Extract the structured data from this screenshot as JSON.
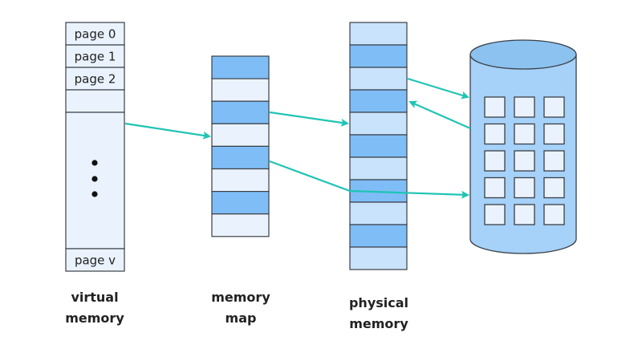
{
  "colors": {
    "virtual_fill": "#eaf3fd",
    "map_dark": "#7fbdf7",
    "map_light": "#eaf3fd",
    "phys_dark": "#7fbdf7",
    "phys_light": "#c8e3fb",
    "disk_body": "#a6d1f8",
    "disk_top": "#8cc2f0",
    "disk_cell": "#eaf3fd",
    "stroke": "#3a3f47",
    "arrow": "#1fc4b4",
    "text": "#222222"
  },
  "virtual_memory": {
    "rows": [
      {
        "label": "page 0",
        "kind": "page"
      },
      {
        "label": "page 1",
        "kind": "page"
      },
      {
        "label": "page 2",
        "kind": "page"
      },
      {
        "label": "",
        "kind": "page"
      },
      {
        "label": "",
        "kind": "ellipsis"
      },
      {
        "label": "page v",
        "kind": "page"
      }
    ],
    "caption": [
      "virtual",
      "memory"
    ]
  },
  "memory_map": {
    "rows": [
      "dark",
      "light",
      "dark",
      "light",
      "dark",
      "light",
      "dark",
      "light"
    ],
    "caption": [
      "memory",
      "map"
    ]
  },
  "physical_memory": {
    "rows": [
      "light",
      "dark",
      "light",
      "dark",
      "light",
      "dark",
      "light",
      "dark",
      "light",
      "dark",
      "light"
    ],
    "caption": [
      "physical",
      "memory"
    ]
  },
  "disk": {
    "grid_rows": 5,
    "grid_cols": 3
  },
  "arrows": [
    {
      "name": "virtual-to-map-arrow",
      "from": "virtual_memory.big_area",
      "to": "memory_map.row_3"
    },
    {
      "name": "map-to-physical-arrow",
      "from": "memory_map.row_2",
      "to": "physical_memory.row_4"
    },
    {
      "name": "physical-to-disk-arrow",
      "from": "physical_memory.row_2",
      "to": "disk"
    },
    {
      "name": "disk-to-physical-arrow",
      "from": "disk",
      "to": "physical_memory.row_3"
    },
    {
      "name": "map-to-disk-arrow",
      "from": "memory_map.row_4",
      "to": "disk"
    }
  ]
}
